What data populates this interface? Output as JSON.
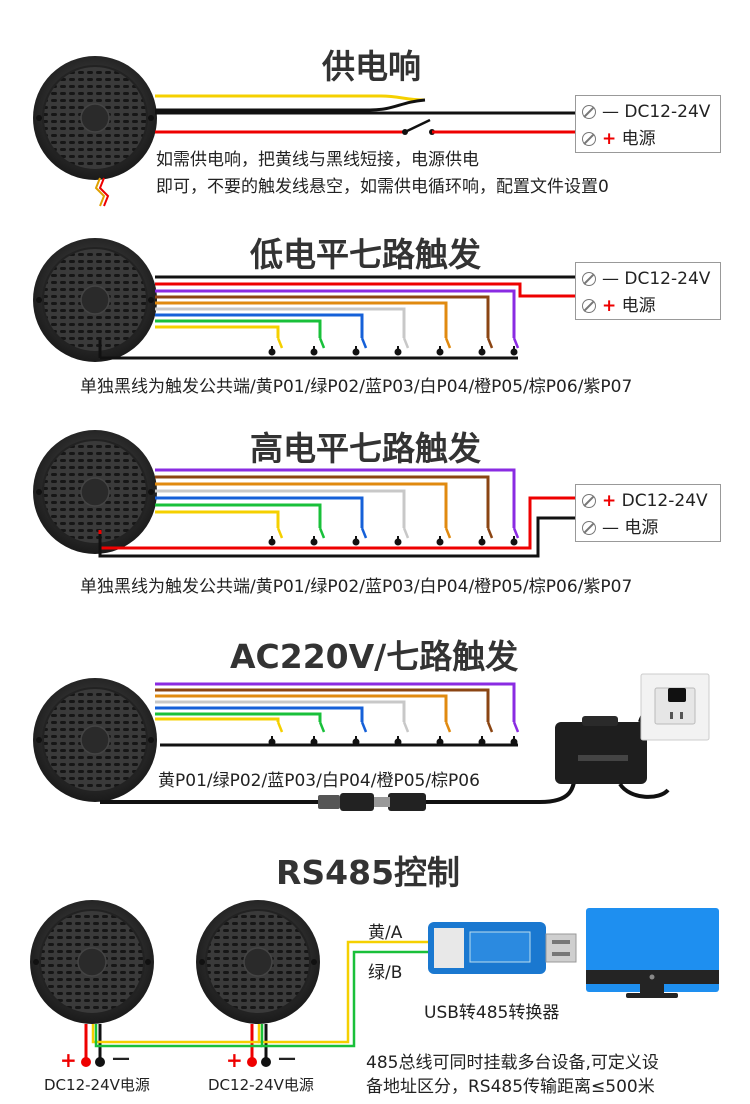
{
  "sections": {
    "power": {
      "title": "供电响",
      "terminal": {
        "row1_sign": "—",
        "row1_label": "DC12-24V",
        "row2_sign": "+",
        "row2_label": "电源"
      },
      "note_line1": "如需供电响，把黄线与黑线短接，电源供电",
      "note_line2": "即可，不要的触发线悬空，如需供电循环响，配置文件设置0"
    },
    "low": {
      "title": "低电平七路触发",
      "terminal": {
        "row1_sign": "—",
        "row1_label": "DC12-24V",
        "row2_sign": "+",
        "row2_label": "电源"
      },
      "caption": "单独黑线为触发公共端/黄P01/绿P02/蓝P03/白P04/橙P05/棕P06/紫P07"
    },
    "high": {
      "title": "高电平七路触发",
      "terminal": {
        "row1_sign": "+",
        "row1_label": "DC12-24V",
        "row2_sign": "—",
        "row2_label": "电源"
      },
      "caption": "单独黑线为触发公共端/黄P01/绿P02/蓝P03/白P04/橙P05/棕P06/紫P07"
    },
    "ac": {
      "title": "AC220V/七路触发",
      "caption": "黄P01/绿P02/蓝P03/白P04/橙P05/棕P06"
    },
    "rs485": {
      "title": "RS485控制",
      "wire_a": "黄/A",
      "wire_b": "绿/B",
      "converter_label": "USB转485转换器",
      "power_label_1": "DC12-24V电源",
      "power_label_2": "DC12-24V电源",
      "plus": "+",
      "minus": "—",
      "note_line1": "485总线可同时挂载多台设备,可定义设",
      "note_line2": "备地址区分，RS485传输距离≤500米"
    }
  },
  "colors": {
    "yellow": "#f5d000",
    "green": "#19c03a",
    "blue": "#1560d8",
    "white": "#c8c8c8",
    "orange": "#e08a10",
    "brown": "#8b4513",
    "purple": "#8a2be2",
    "red": "#e00000",
    "black": "#111111"
  }
}
